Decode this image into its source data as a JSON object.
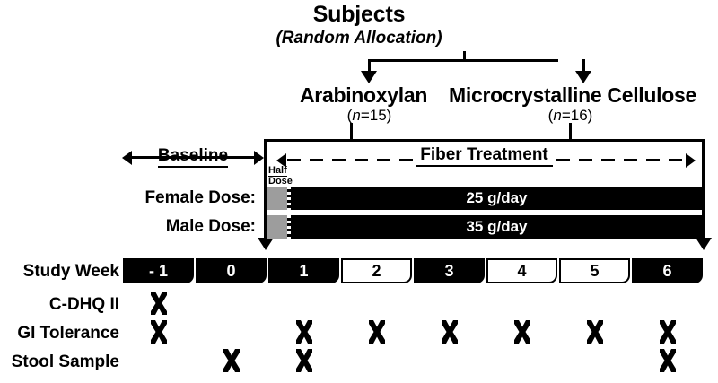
{
  "title": {
    "heading": "Subjects",
    "subheading": "(Random Allocation)"
  },
  "groups": [
    {
      "name": "Arabinoxylan",
      "n_label": "(n=15)",
      "n": 15
    },
    {
      "name": "Microcrystalline Cellulose",
      "n_label": "(n=16)",
      "n": 16
    }
  ],
  "phases": {
    "baseline_label": "Baseline",
    "treatment_label": "Fiber Treatment",
    "half_dose_line1": "Half",
    "half_dose_line2": "Dose"
  },
  "doses": [
    {
      "label": "Female Dose:",
      "value": "25 g/day"
    },
    {
      "label": "Male Dose:",
      "value": "35 g/day"
    }
  ],
  "timeline": {
    "label": "Study Week",
    "weeks": [
      {
        "label": "- 1",
        "style": "dark"
      },
      {
        "label": "0",
        "style": "dark"
      },
      {
        "label": "1",
        "style": "dark"
      },
      {
        "label": "2",
        "style": "light"
      },
      {
        "label": "3",
        "style": "dark"
      },
      {
        "label": "4",
        "style": "light"
      },
      {
        "label": "5",
        "style": "light"
      },
      {
        "label": "6",
        "style": "dark"
      }
    ]
  },
  "measures": [
    {
      "label": "C-DHQ II",
      "weeks": [
        "- 1"
      ]
    },
    {
      "label": "GI Tolerance",
      "weeks": [
        "- 1",
        "1",
        "2",
        "3",
        "4",
        "5",
        "6"
      ]
    },
    {
      "label": "Stool Sample",
      "weeks": [
        "0",
        "1",
        "6"
      ]
    }
  ],
  "colors": {
    "ink": "#000000",
    "paper": "#ffffff",
    "half_dose_gray": "#9d9d9d"
  }
}
